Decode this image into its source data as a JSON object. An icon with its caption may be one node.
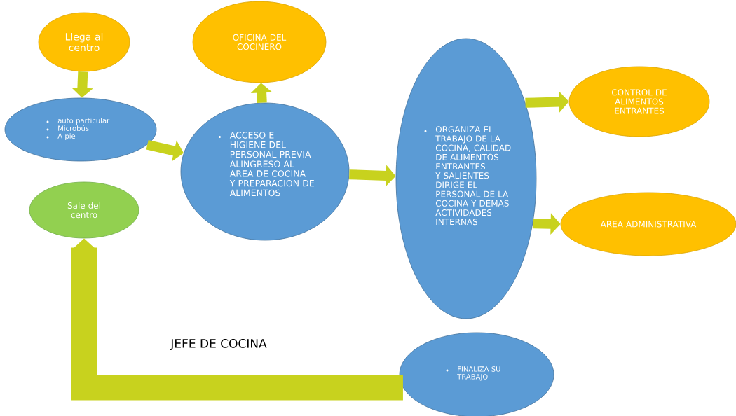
{
  "diagram": {
    "nodes": [
      {
        "text": [
          "Llega al centro"
        ]
      },
      {
        "text": [
          "auto particular",
          "Microbús",
          "A pie"
        ]
      },
      {
        "text": [
          "OFICINA DEL COCINERO"
        ]
      },
      {
        "text": [
          "ACCESO E HIGIENE DEL PERSONAL PREVIA ALINGRESO AL AREA DE COCINA Y PREPARACION DE ALIMENTOS"
        ]
      },
      {
        "text": [
          "ORGANIZA EL TRABAJO DE LA COCINA, CALIDAD DE ALIMENTOS ENTRANTES Y SALIENTES DIRIGE EL PERSONAL DE LA COCINA Y DEMAS ACTIVIDADES INTERNAS"
        ]
      },
      {
        "text": [
          "CONTROL DE ALIMENTOS ENTRANTES"
        ]
      },
      {
        "text": [
          "AREA ADMINISTRATIVA"
        ]
      },
      {
        "text": [
          "Sale del centro"
        ]
      },
      {
        "text": [
          "FINALIZA SU TRABAJO"
        ]
      }
    ],
    "edges": [
      {
        "from": 0,
        "to": 1,
        "arrow": "to"
      },
      {
        "from": 1,
        "to": 3,
        "arrow": "to"
      },
      {
        "from": 3,
        "to": 2,
        "arrow": "to"
      },
      {
        "from": 3,
        "to": 4,
        "arrow": "to"
      },
      {
        "from": 4,
        "to": 5,
        "arrow": "to"
      },
      {
        "from": 4,
        "to": 6,
        "arrow": "to"
      },
      {
        "from": 8,
        "to": 7,
        "arrow": "to",
        "style": "thick"
      }
    ],
    "labels": [
      "JEFE DE COCINA"
    ]
  }
}
